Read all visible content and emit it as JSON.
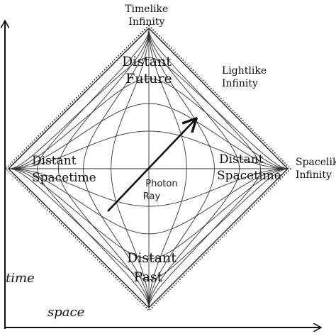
{
  "labels": {
    "timelike_infinity": [
      "Timelike",
      "Infinity"
    ],
    "lightlike_infinity": [
      "Lightlike",
      "Infinity"
    ],
    "spacelike_infinity": [
      "Spacelik",
      "Infinity"
    ],
    "distant_future": [
      "Distant",
      "Future"
    ],
    "distant_past": [
      "Distant",
      "Past"
    ],
    "distant_spacetime_left": [
      "Distant",
      "Spacetime"
    ],
    "distant_spacetime_right": [
      "Distant",
      "Spacetime"
    ],
    "photon_ray": [
      "Photon",
      "Ray"
    ],
    "time_axis": "time",
    "space_axis": "space"
  }
}
